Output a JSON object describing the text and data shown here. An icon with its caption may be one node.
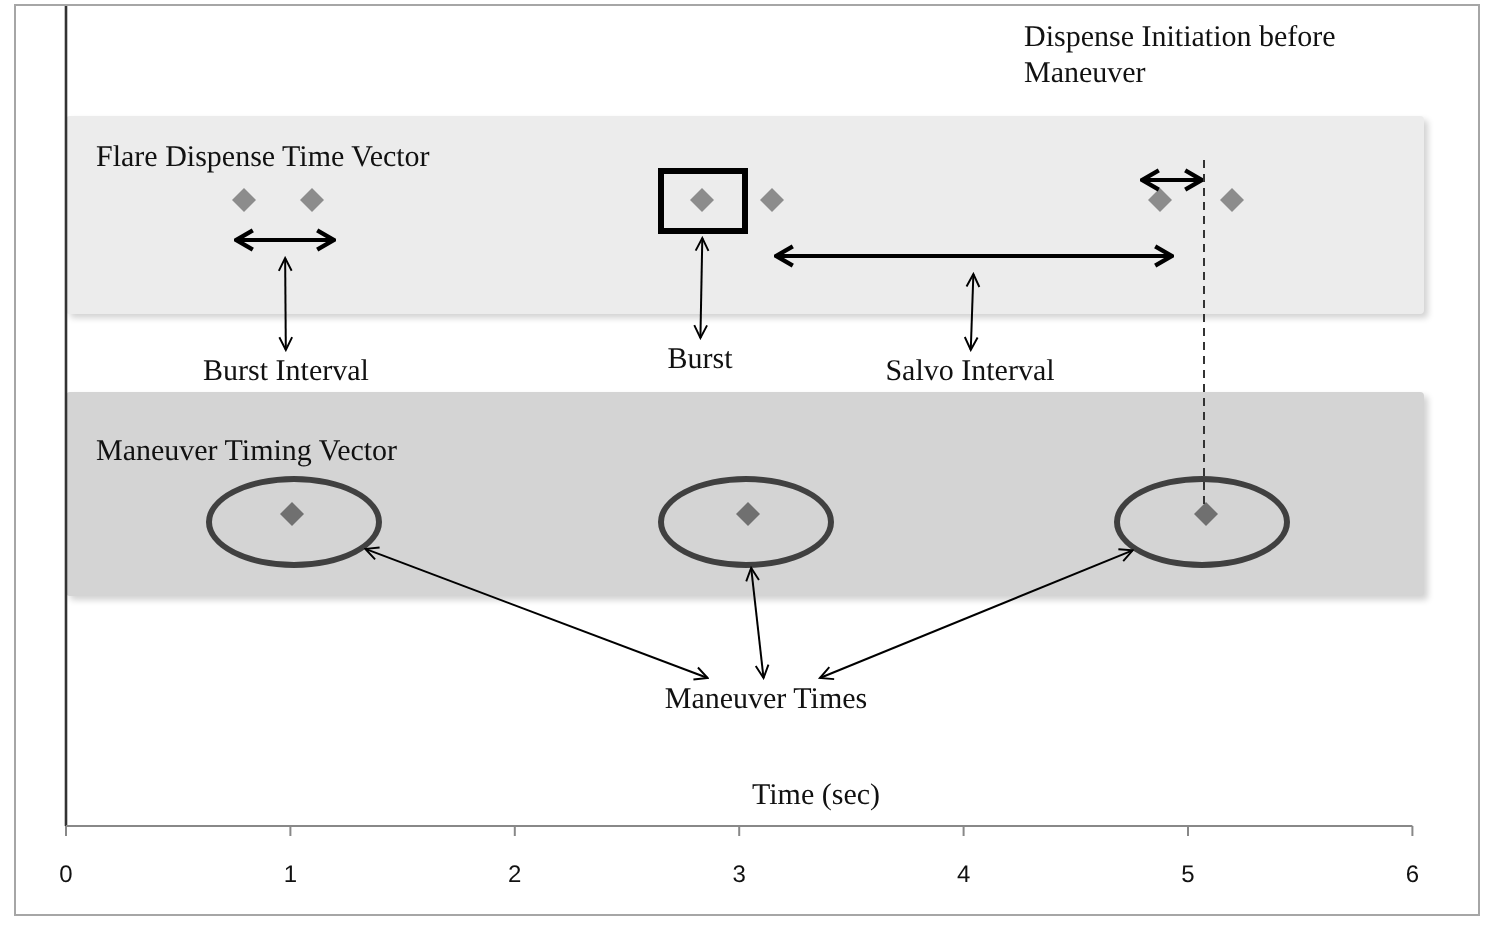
{
  "diagram": {
    "nodes": [
      {
        "text": [
          "Flare Dispense Time Vector"
        ]
      },
      {
        "text": [],
        "shape": "arrow",
        "in": 0
      },
      {
        "text": [],
        "shape": "box",
        "in": 0
      },
      {
        "text": [],
        "shape": "arrow",
        "in": 0
      },
      {
        "text": [
          "Burst Interval"
        ]
      },
      {
        "text": [
          "Burst"
        ]
      },
      {
        "text": [
          "Salvo Interval"
        ]
      },
      {
        "text": [
          "Maneuver Timing Vector"
        ]
      },
      {
        "text": [],
        "shape": "circle",
        "in": 7
      },
      {
        "text": [],
        "shape": "circle",
        "in": 7
      },
      {
        "text": [],
        "shape": "circle",
        "in": 7
      },
      {
        "text": [
          "Maneuver Times"
        ]
      }
    ],
    "edges": [
      {
        "from": 4,
        "to": 1,
        "arrow": "both"
      },
      {
        "from": 5,
        "to": 2,
        "arrow": "both"
      },
      {
        "from": 6,
        "to": 3,
        "arrow": "both"
      },
      {
        "from": 11,
        "to": 8,
        "arrow": "both"
      },
      {
        "from": 11,
        "to": 9,
        "arrow": "both"
      },
      {
        "from": 11,
        "to": 10,
        "arrow": "both"
      }
    ],
    "labels": [
      "Dispense Initiation before Maneuver",
      "Time (sec)",
      "0",
      "1",
      "2",
      "3",
      "4",
      "5",
      "6"
    ]
  }
}
